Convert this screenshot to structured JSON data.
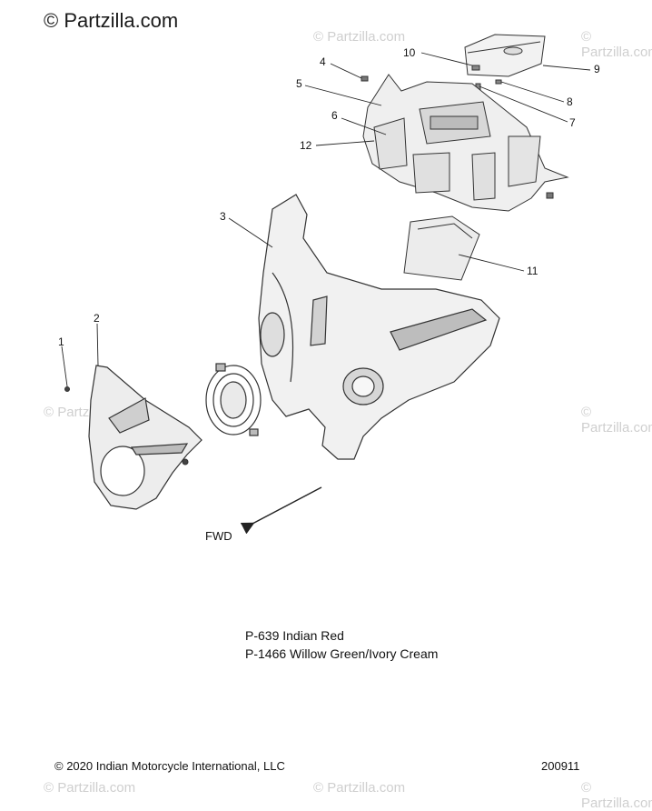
{
  "watermark": {
    "brand": "© Partzilla.com",
    "ghost": "© Partzilla.com"
  },
  "callouts": [
    "1",
    "2",
    "3",
    "4",
    "5",
    "6",
    "7",
    "8",
    "9",
    "10",
    "11",
    "12"
  ],
  "direction_label": "FWD",
  "paint_codes": [
    "P-639  Indian Red",
    "P-1466 Willow Green/Ivory Cream"
  ],
  "footer": {
    "copyright": "© 2020 Indian Motorcycle International, LLC",
    "diagram_id": "200911"
  }
}
